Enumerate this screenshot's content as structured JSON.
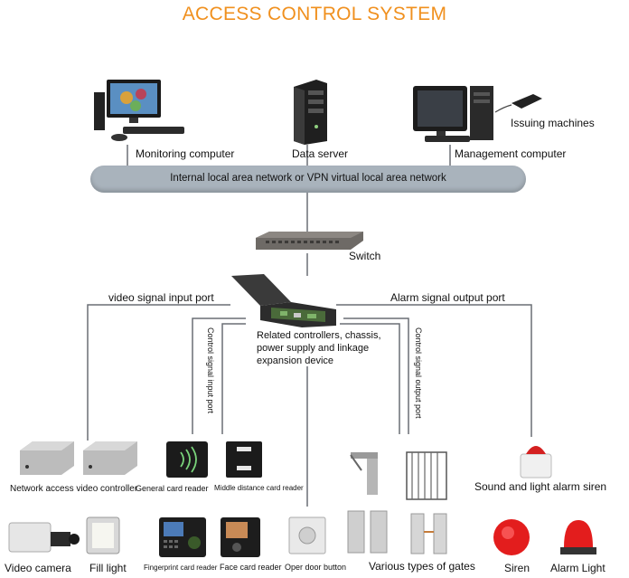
{
  "title": "ACCESS CONTROL SYSTEM",
  "top": {
    "monitoring": "Monitoring computer",
    "server": "Data server",
    "management": "Management computer",
    "issuing": "Issuing machines"
  },
  "network": "Internal local area network or VPN virtual local area network",
  "switch": "Switch",
  "ports": {
    "video_input": "video signal input port",
    "alarm_output": "Alarm signal output port",
    "control_input": "Control signal input port",
    "control_output": "Control signal output port"
  },
  "controller": {
    "line1": "Related controllers, chassis,",
    "line2": "power supply and linkage",
    "line3": "expansion device"
  },
  "devices": {
    "network_video": "Network access video controller",
    "general_reader": "General card reader",
    "middle_reader": "Middle distance card reader",
    "alarm_siren": "Sound and light alarm siren",
    "video_camera": "Video camera",
    "fill_light": "Fill light",
    "fingerprint": "Fingerprint card reader",
    "face": "Face card reader",
    "door_button": "Oper door button",
    "gates": "Various types of gates",
    "siren": "Siren",
    "alarm_light": "Alarm Light"
  },
  "colors": {
    "title": "#f0901e",
    "bus": "#a9b3bc",
    "lines": "#6a6f75"
  }
}
